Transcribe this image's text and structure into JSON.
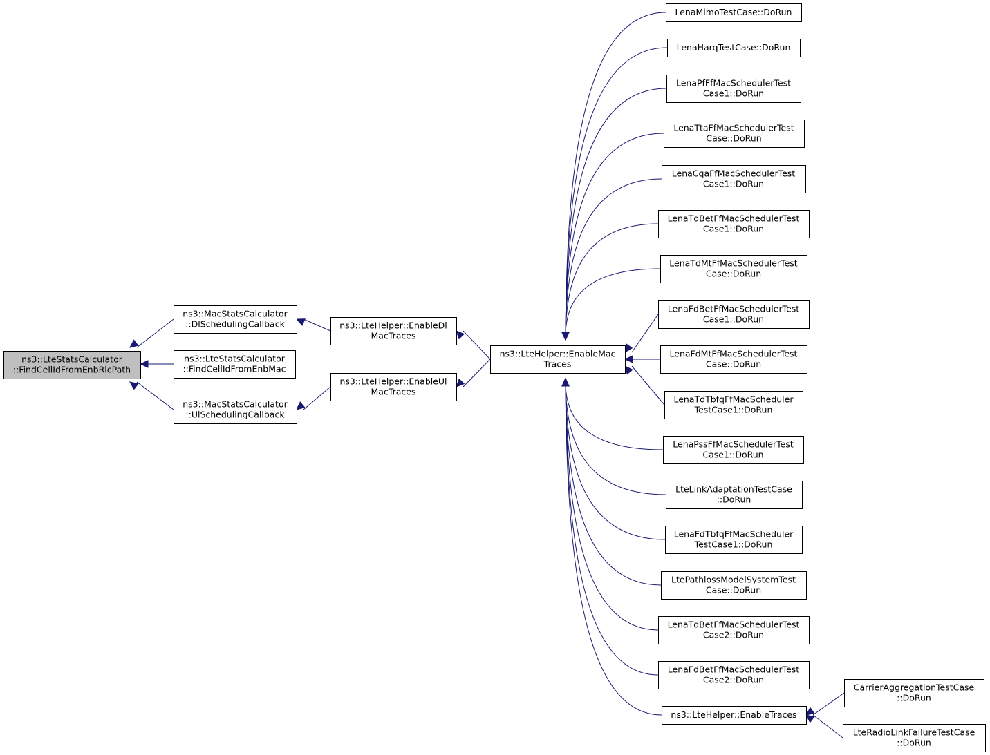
{
  "nodes": {
    "root": [
      "ns3::LteStatsCalculator",
      "::FindCellIdFromEnbRlcPath"
    ],
    "dlsched": [
      "ns3::MacStatsCalculator",
      "::DlSchedulingCallback"
    ],
    "findmac": [
      "ns3::LteStatsCalculator",
      "::FindCellIdFromEnbMac"
    ],
    "ulsched": [
      "ns3::MacStatsCalculator",
      "::UlSchedulingCallback"
    ],
    "enabledl": [
      "ns3::LteHelper::EnableDl",
      "MacTraces"
    ],
    "enableul": [
      "ns3::LteHelper::EnableUl",
      "MacTraces"
    ],
    "enablemac": [
      "ns3::LteHelper::EnableMac",
      "Traces"
    ],
    "t1": [
      "LenaMimoTestCase::DoRun"
    ],
    "t2": [
      "LenaHarqTestCase::DoRun"
    ],
    "t3": [
      "LenaPfFfMacSchedulerTest",
      "Case1::DoRun"
    ],
    "t4": [
      "LenaTtaFfMacSchedulerTest",
      "Case::DoRun"
    ],
    "t5": [
      "LenaCqaFfMacSchedulerTest",
      "Case1::DoRun"
    ],
    "t6": [
      "LenaTdBetFfMacSchedulerTest",
      "Case1::DoRun"
    ],
    "t7": [
      "LenaTdMtFfMacSchedulerTest",
      "Case::DoRun"
    ],
    "t8": [
      "LenaFdBetFfMacSchedulerTest",
      "Case1::DoRun"
    ],
    "t9": [
      "LenaFdMtFfMacSchedulerTest",
      "Case::DoRun"
    ],
    "t10": [
      "LenaTdTbfqFfMacScheduler",
      "TestCase1::DoRun"
    ],
    "t11": [
      "LenaPssFfMacSchedulerTest",
      "Case1::DoRun"
    ],
    "t12": [
      "LteLinkAdaptationTestCase",
      "::DoRun"
    ],
    "t13": [
      "LenaFdTbfqFfMacScheduler",
      "TestCase1::DoRun"
    ],
    "t14": [
      "LtePathlossModelSystemTest",
      "Case::DoRun"
    ],
    "t15": [
      "LenaTdBetFfMacSchedulerTest",
      "Case2::DoRun"
    ],
    "t16": [
      "LenaFdBetFfMacSchedulerTest",
      "Case2::DoRun"
    ],
    "enabletraces": [
      "ns3::LteHelper::EnableTraces"
    ],
    "ca": [
      "CarrierAggregationTestCase",
      "::DoRun"
    ],
    "rlf": [
      "LteRadioLinkFailureTestCase",
      "::DoRun"
    ]
  },
  "edges": [
    [
      "dlsched",
      "root"
    ],
    [
      "findmac",
      "root"
    ],
    [
      "ulsched",
      "root"
    ],
    [
      "enabledl",
      "dlsched"
    ],
    [
      "enableul",
      "ulsched"
    ],
    [
      "enablemac",
      "enabledl"
    ],
    [
      "enablemac",
      "enableul"
    ],
    [
      "t1",
      "enablemac"
    ],
    [
      "t2",
      "enablemac"
    ],
    [
      "t3",
      "enablemac"
    ],
    [
      "t4",
      "enablemac"
    ],
    [
      "t5",
      "enablemac"
    ],
    [
      "t6",
      "enablemac"
    ],
    [
      "t7",
      "enablemac"
    ],
    [
      "t8",
      "enablemac"
    ],
    [
      "t9",
      "enablemac"
    ],
    [
      "t10",
      "enablemac"
    ],
    [
      "t11",
      "enablemac"
    ],
    [
      "t12",
      "enablemac"
    ],
    [
      "t13",
      "enablemac"
    ],
    [
      "t14",
      "enablemac"
    ],
    [
      "t15",
      "enablemac"
    ],
    [
      "t16",
      "enablemac"
    ],
    [
      "enabletraces",
      "enablemac"
    ],
    [
      "ca",
      "enabletraces"
    ],
    [
      "rlf",
      "enabletraces"
    ]
  ],
  "colors": {
    "edge": "#191970",
    "root_fill": "#bfbfbf",
    "node_fill": "#ffffff",
    "node_stroke": "#000000"
  }
}
